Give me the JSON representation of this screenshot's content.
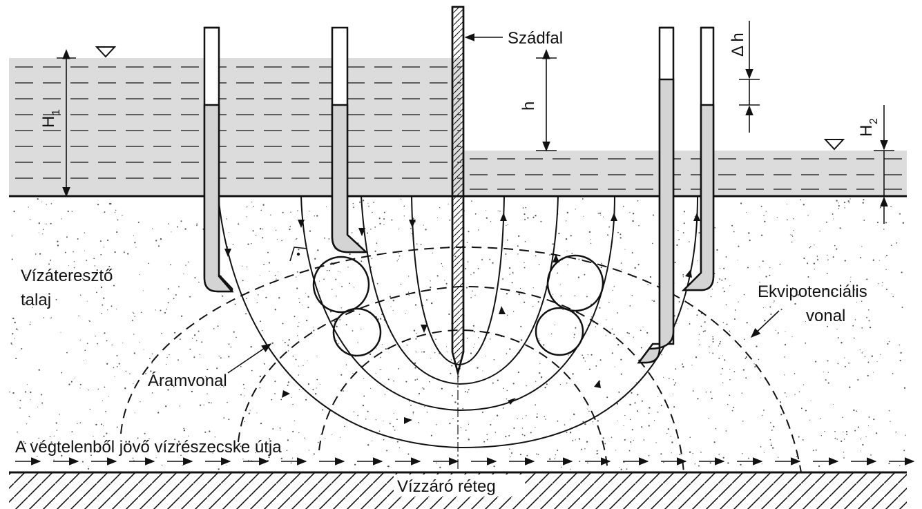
{
  "labels": {
    "sheet_pile": "Szádfal",
    "h1": "H",
    "h1_sub": "1",
    "h2": "H",
    "h2_sub": "2",
    "h": "h",
    "delta_h": "Δ h",
    "permeable_soil_line1": "Vízáteresztő",
    "permeable_soil_line2": "talaj",
    "equipotential_line1": "Ekvipotenciális",
    "equipotential_line2": "vonal",
    "flow_line": "Áramvonal",
    "infinite_path": "A végtelenből jövő vízrészecske útja",
    "impermeable_layer": "Vízzáró réteg"
  },
  "colors": {
    "water": "#dcdcdc",
    "line": "#111111",
    "background": "#ffffff"
  },
  "icons": [
    "water-level-triangle-icon",
    "right-angle-icon"
  ]
}
